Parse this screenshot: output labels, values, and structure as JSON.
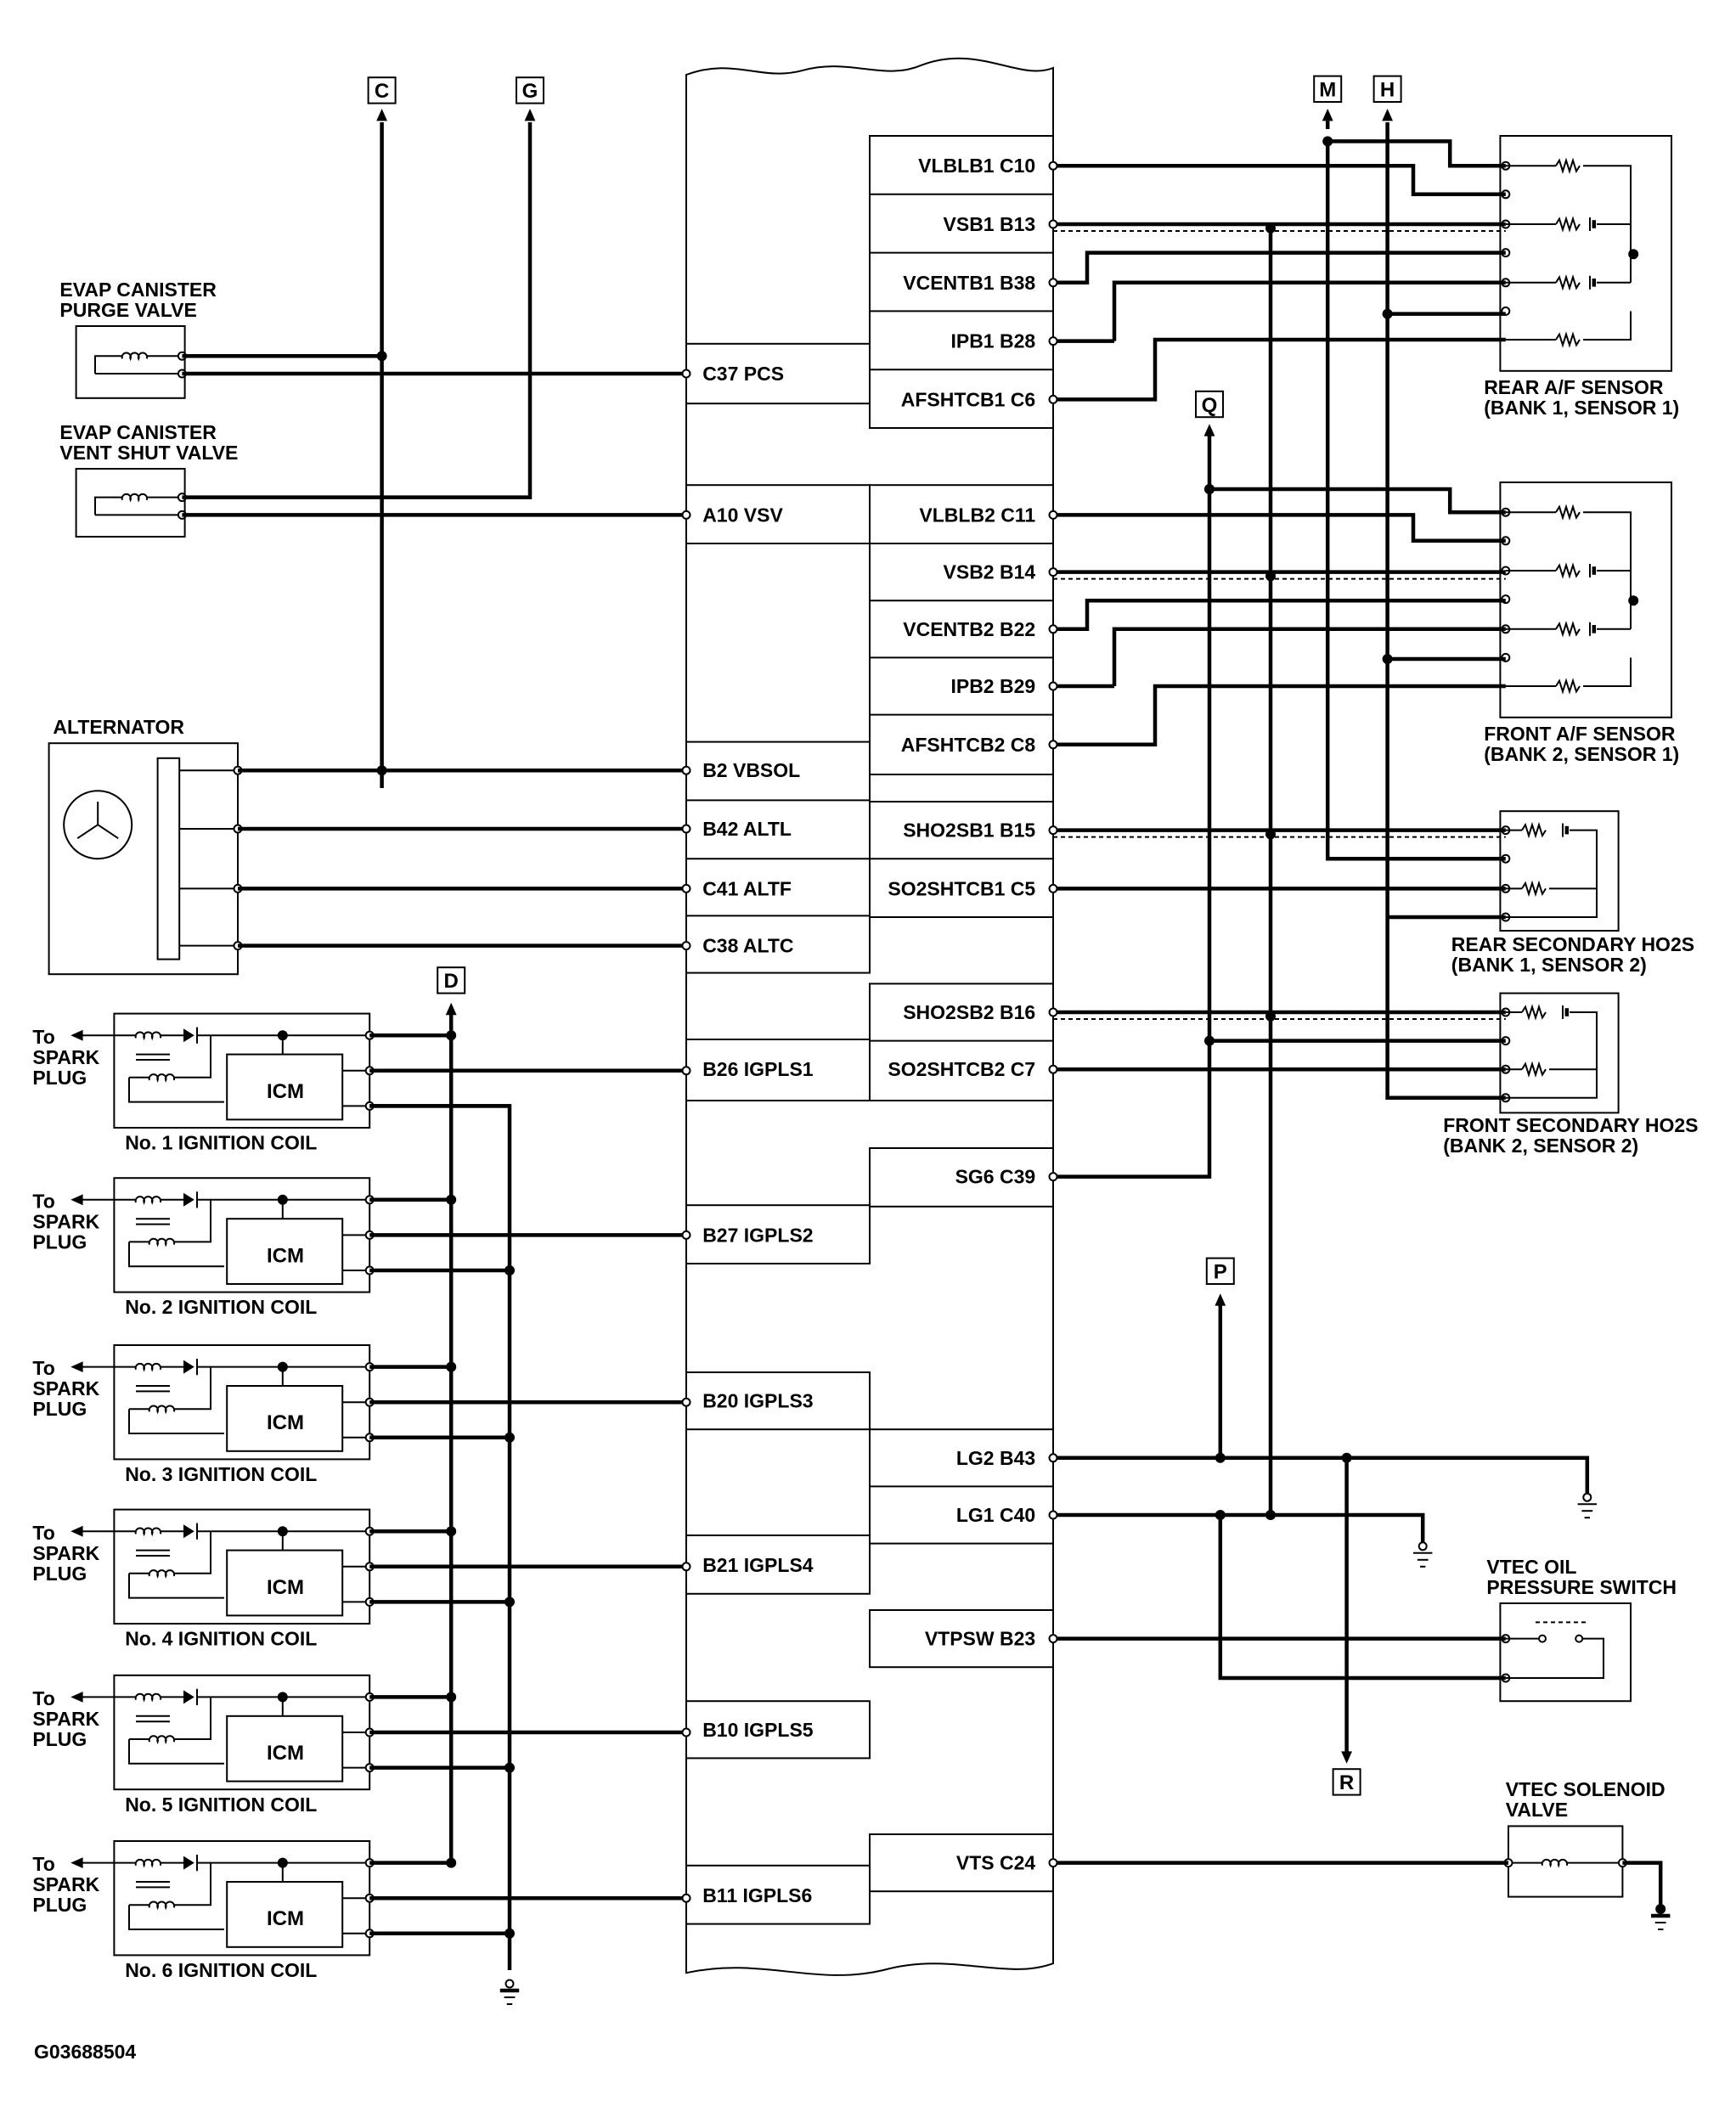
{
  "connectors": [
    "C",
    "G",
    "M",
    "H",
    "Q",
    "D",
    "P",
    "R"
  ],
  "ecm_right_pins": [
    "VLBLB1 C10",
    "VSB1 B13",
    "VCENTB1 B38",
    "IPB1 B28",
    "AFSHTCB1 C6",
    "VLBLB2 C11",
    "VSB2 B14",
    "VCENTB2 B22",
    "IPB2 B29",
    "AFSHTCB2 C8",
    "SHO2SB1 B15",
    "SO2SHTCB1 C5",
    "SHO2SB2 B16",
    "SO2SHTCB2 C7",
    "SG6 C39",
    "LG2 B43",
    "LG1 C40",
    "VTPSW B23",
    "VTS C24"
  ],
  "ecm_left_pins": [
    "C37 PCS",
    "A10 VSV",
    "B2 VBSOL",
    "B42 ALTL",
    "C41 ALTF",
    "C38 ALTC",
    "B26 IGPLS1",
    "B27 IGPLS2",
    "B20 IGPLS3",
    "B21 IGPLS4",
    "B10 IGPLS5",
    "B11 IGPLS6"
  ],
  "components": {
    "evap_purge": [
      "EVAP CANISTER",
      "PURGE VALVE"
    ],
    "evap_vent": [
      "EVAP CANISTER",
      "VENT SHUT VALVE"
    ],
    "alternator": "ALTERNATOR",
    "rear_af": [
      "REAR A/F SENSOR",
      "(BANK 1, SENSOR 1)"
    ],
    "front_af": [
      "FRONT A/F SENSOR",
      "(BANK 2, SENSOR 1)"
    ],
    "rear_ho2s": [
      "REAR SECONDARY HO2S",
      "(BANK 1, SENSOR 2)"
    ],
    "front_ho2s": [
      "FRONT SECONDARY HO2S",
      "(BANK 2, SENSOR 2)"
    ],
    "vtec_switch": [
      "VTEC OIL",
      "PRESSURE SWITCH"
    ],
    "vtec_solenoid": [
      "VTEC SOLENOID",
      "VALVE"
    ]
  },
  "coils": [
    {
      "name": "No. 1 IGNITION COIL",
      "to": [
        "To",
        "SPARK",
        "PLUG"
      ],
      "icm": "ICM"
    },
    {
      "name": "No. 2 IGNITION COIL",
      "to": [
        "To",
        "SPARK",
        "PLUG"
      ],
      "icm": "ICM"
    },
    {
      "name": "No. 3 IGNITION COIL",
      "to": [
        "To",
        "SPARK",
        "PLUG"
      ],
      "icm": "ICM"
    },
    {
      "name": "No. 4 IGNITION COIL",
      "to": [
        "To",
        "SPARK",
        "PLUG"
      ],
      "icm": "ICM"
    },
    {
      "name": "No. 5 IGNITION COIL",
      "to": [
        "To",
        "SPARK",
        "PLUG"
      ],
      "icm": "ICM"
    },
    {
      "name": "No. 6 IGNITION COIL",
      "to": [
        "To",
        "SPARK",
        "PLUG"
      ],
      "icm": "ICM"
    }
  ],
  "figure_id": "G03688504"
}
